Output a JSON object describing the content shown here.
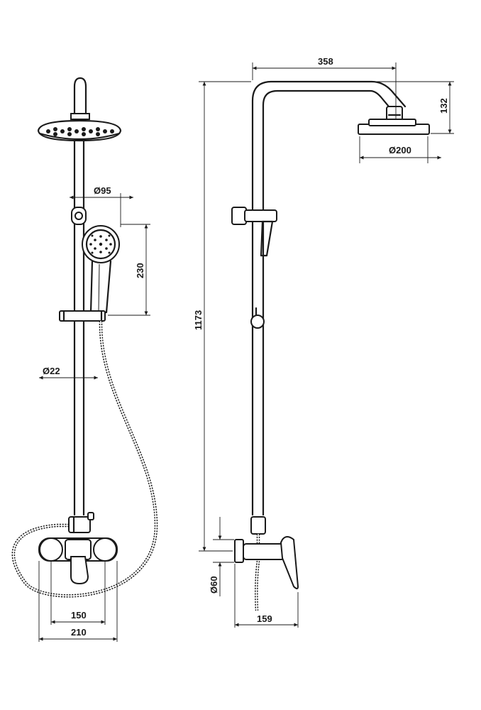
{
  "front_view": {
    "dimensions": {
      "hand_shower_diameter": "Ø95",
      "hand_shower_length": "230",
      "rail_diameter": "Ø22",
      "mixer_inner": "150",
      "mixer_outer": "210"
    }
  },
  "side_view": {
    "dimensions": {
      "arm_length": "358",
      "head_drop": "132",
      "head_diameter": "Ø200",
      "total_height": "1173",
      "mixer_height": "Ø60",
      "mixer_depth": "159"
    }
  }
}
